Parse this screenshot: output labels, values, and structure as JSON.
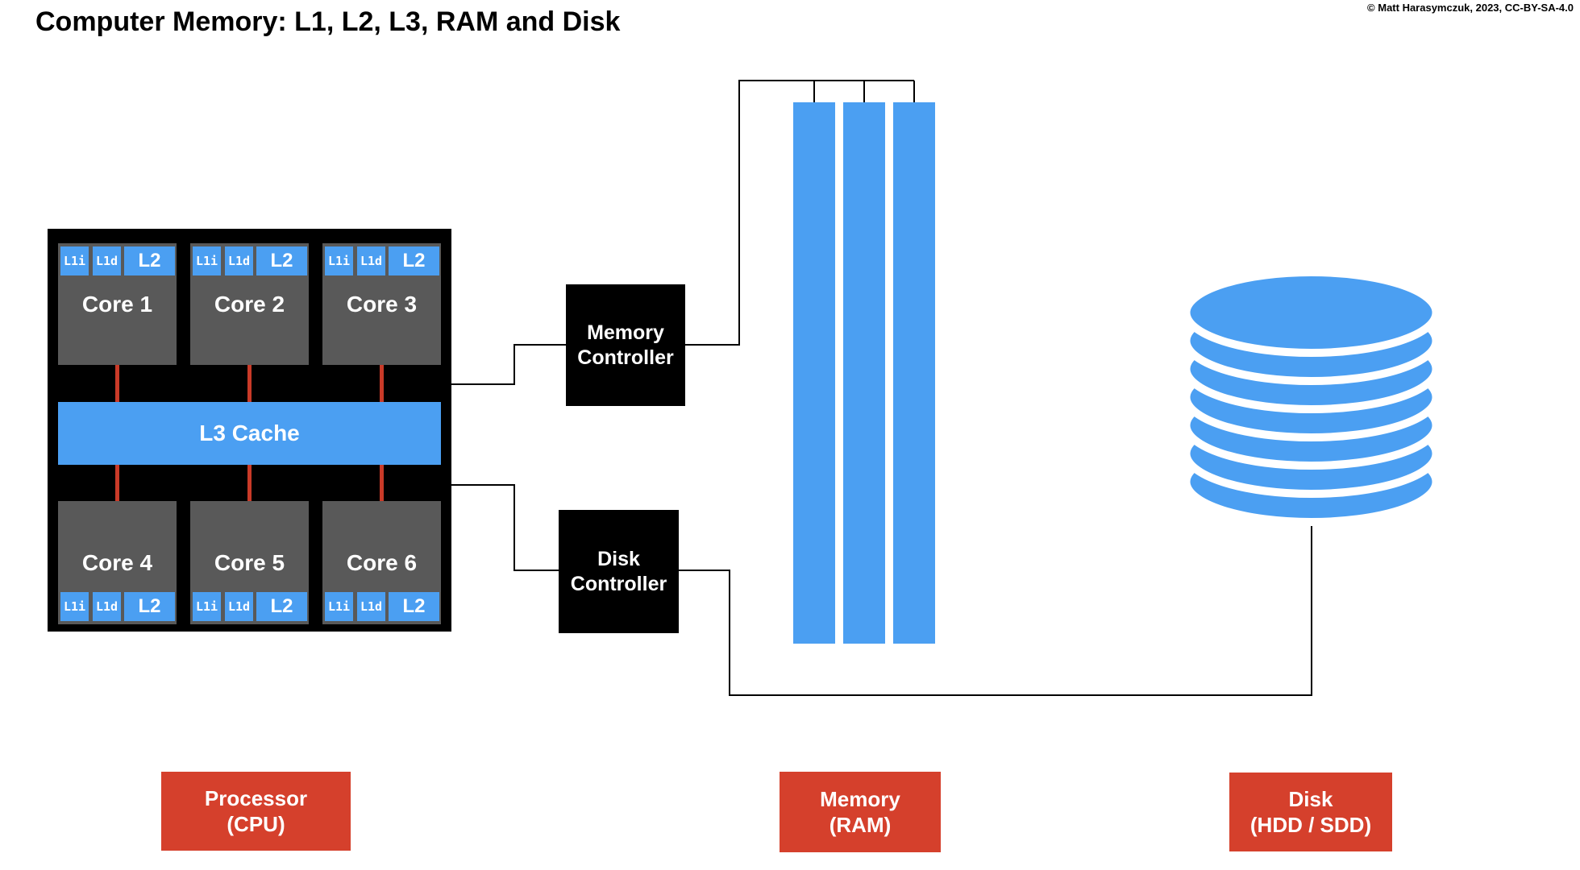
{
  "header": {
    "title": "Computer Memory: L1, L2, L3, RAM and Disk",
    "copyright": "© Matt Harasymczuk, 2023, CC-BY-SA-4.0"
  },
  "colors": {
    "blue": "#4B9FF2",
    "core_gray": "#595959",
    "black": "#000000",
    "red_label": "#D5402C",
    "red_line": "#C93A28",
    "wire": "#000000"
  },
  "cpu": {
    "l3_label": "L3 Cache",
    "cores": [
      {
        "label": "Core 1",
        "caches": [
          "L1i",
          "L1d",
          "L2"
        ]
      },
      {
        "label": "Core 2",
        "caches": [
          "L1i",
          "L1d",
          "L2"
        ]
      },
      {
        "label": "Core 3",
        "caches": [
          "L1i",
          "L1d",
          "L2"
        ]
      },
      {
        "label": "Core 4",
        "caches": [
          "L1i",
          "L1d",
          "L2"
        ]
      },
      {
        "label": "Core 5",
        "caches": [
          "L1i",
          "L1d",
          "L2"
        ]
      },
      {
        "label": "Core 6",
        "caches": [
          "L1i",
          "L1d",
          "L2"
        ]
      }
    ]
  },
  "controllers": {
    "memory": {
      "lines": [
        "Memory",
        "Controller"
      ]
    },
    "disk": {
      "lines": [
        "Disk",
        "Controller"
      ]
    }
  },
  "ram": {
    "stick_count": 3
  },
  "disk": {
    "platter_count": 7
  },
  "footer_labels": {
    "processor": {
      "lines": [
        "Processor",
        "(CPU)"
      ]
    },
    "memory": {
      "lines": [
        "Memory",
        "(RAM)"
      ]
    },
    "disk": {
      "lines": [
        "Disk",
        "(HDD / SDD)"
      ]
    }
  }
}
